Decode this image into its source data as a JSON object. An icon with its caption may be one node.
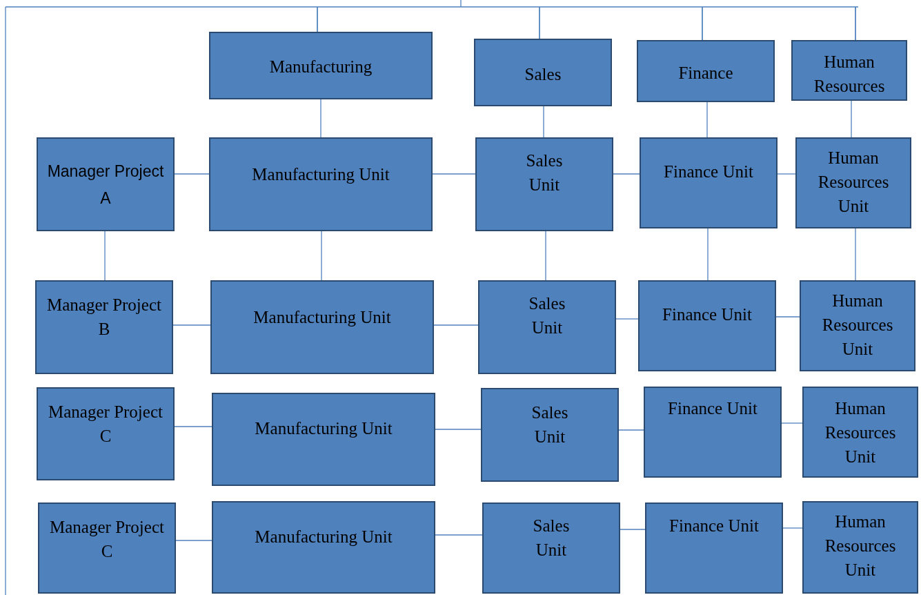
{
  "diagram": {
    "nodes": [
      {
        "text": [
          "Manufacturing"
        ]
      },
      {
        "text": [
          "Sales"
        ]
      },
      {
        "text": [
          "Finance"
        ]
      },
      {
        "text": [
          "Human Resources"
        ]
      },
      {
        "text": [
          "Manager Project A"
        ]
      },
      {
        "text": [
          "Manufacturing Unit"
        ]
      },
      {
        "text": [
          "Sales Unit"
        ]
      },
      {
        "text": [
          "Finance Unit"
        ]
      },
      {
        "text": [
          "Human Resources Unit"
        ]
      },
      {
        "text": [
          "Manager Project B"
        ]
      },
      {
        "text": [
          "Manufacturing Unit"
        ]
      },
      {
        "text": [
          "Sales Unit"
        ]
      },
      {
        "text": [
          "Finance Unit"
        ]
      },
      {
        "text": [
          "Human Resources Unit"
        ]
      },
      {
        "text": [
          "Manager Project C"
        ]
      },
      {
        "text": [
          "Manufacturing Unit"
        ]
      },
      {
        "text": [
          "Sales Unit"
        ]
      },
      {
        "text": [
          "Finance Unit"
        ]
      },
      {
        "text": [
          "Human Resources Unit"
        ]
      },
      {
        "text": [
          "Manager Project C"
        ]
      },
      {
        "text": [
          "Manufacturing Unit"
        ]
      },
      {
        "text": [
          "Sales Unit"
        ]
      },
      {
        "text": [
          "Finance Unit"
        ]
      },
      {
        "text": [
          "Human Resources Unit"
        ]
      }
    ],
    "edges": [
      {
        "from": null,
        "to": 0,
        "arrow": "none"
      },
      {
        "from": null,
        "to": 1,
        "arrow": "none"
      },
      {
        "from": null,
        "to": 2,
        "arrow": "none"
      },
      {
        "from": null,
        "to": 3,
        "arrow": "none"
      },
      {
        "from": 0,
        "to": 5,
        "arrow": "none"
      },
      {
        "from": 1,
        "to": 6,
        "arrow": "none"
      },
      {
        "from": 2,
        "to": 7,
        "arrow": "none"
      },
      {
        "from": 3,
        "to": 8,
        "arrow": "none"
      },
      {
        "from": 4,
        "to": 5,
        "arrow": "none"
      },
      {
        "from": 5,
        "to": 6,
        "arrow": "none"
      },
      {
        "from": 6,
        "to": 7,
        "arrow": "none"
      },
      {
        "from": 7,
        "to": 8,
        "arrow": "none"
      },
      {
        "from": 4,
        "to": 9,
        "arrow": "none"
      },
      {
        "from": 5,
        "to": 10,
        "arrow": "none"
      },
      {
        "from": 6,
        "to": 11,
        "arrow": "none"
      },
      {
        "from": 7,
        "to": 12,
        "arrow": "none"
      },
      {
        "from": 8,
        "to": 13,
        "arrow": "none"
      },
      {
        "from": 9,
        "to": 10,
        "arrow": "none"
      },
      {
        "from": 10,
        "to": 11,
        "arrow": "none"
      },
      {
        "from": 11,
        "to": 12,
        "arrow": "none"
      },
      {
        "from": 12,
        "to": 13,
        "arrow": "none"
      },
      {
        "from": 14,
        "to": 15,
        "arrow": "none"
      },
      {
        "from": 15,
        "to": 16,
        "arrow": "none"
      },
      {
        "from": 16,
        "to": 17,
        "arrow": "none"
      },
      {
        "from": 17,
        "to": 18,
        "arrow": "none"
      },
      {
        "from": 19,
        "to": 20,
        "arrow": "none"
      },
      {
        "from": 20,
        "to": 21,
        "arrow": "none"
      },
      {
        "from": 21,
        "to": 22,
        "arrow": "none"
      },
      {
        "from": 22,
        "to": 23,
        "arrow": "none"
      }
    ]
  }
}
